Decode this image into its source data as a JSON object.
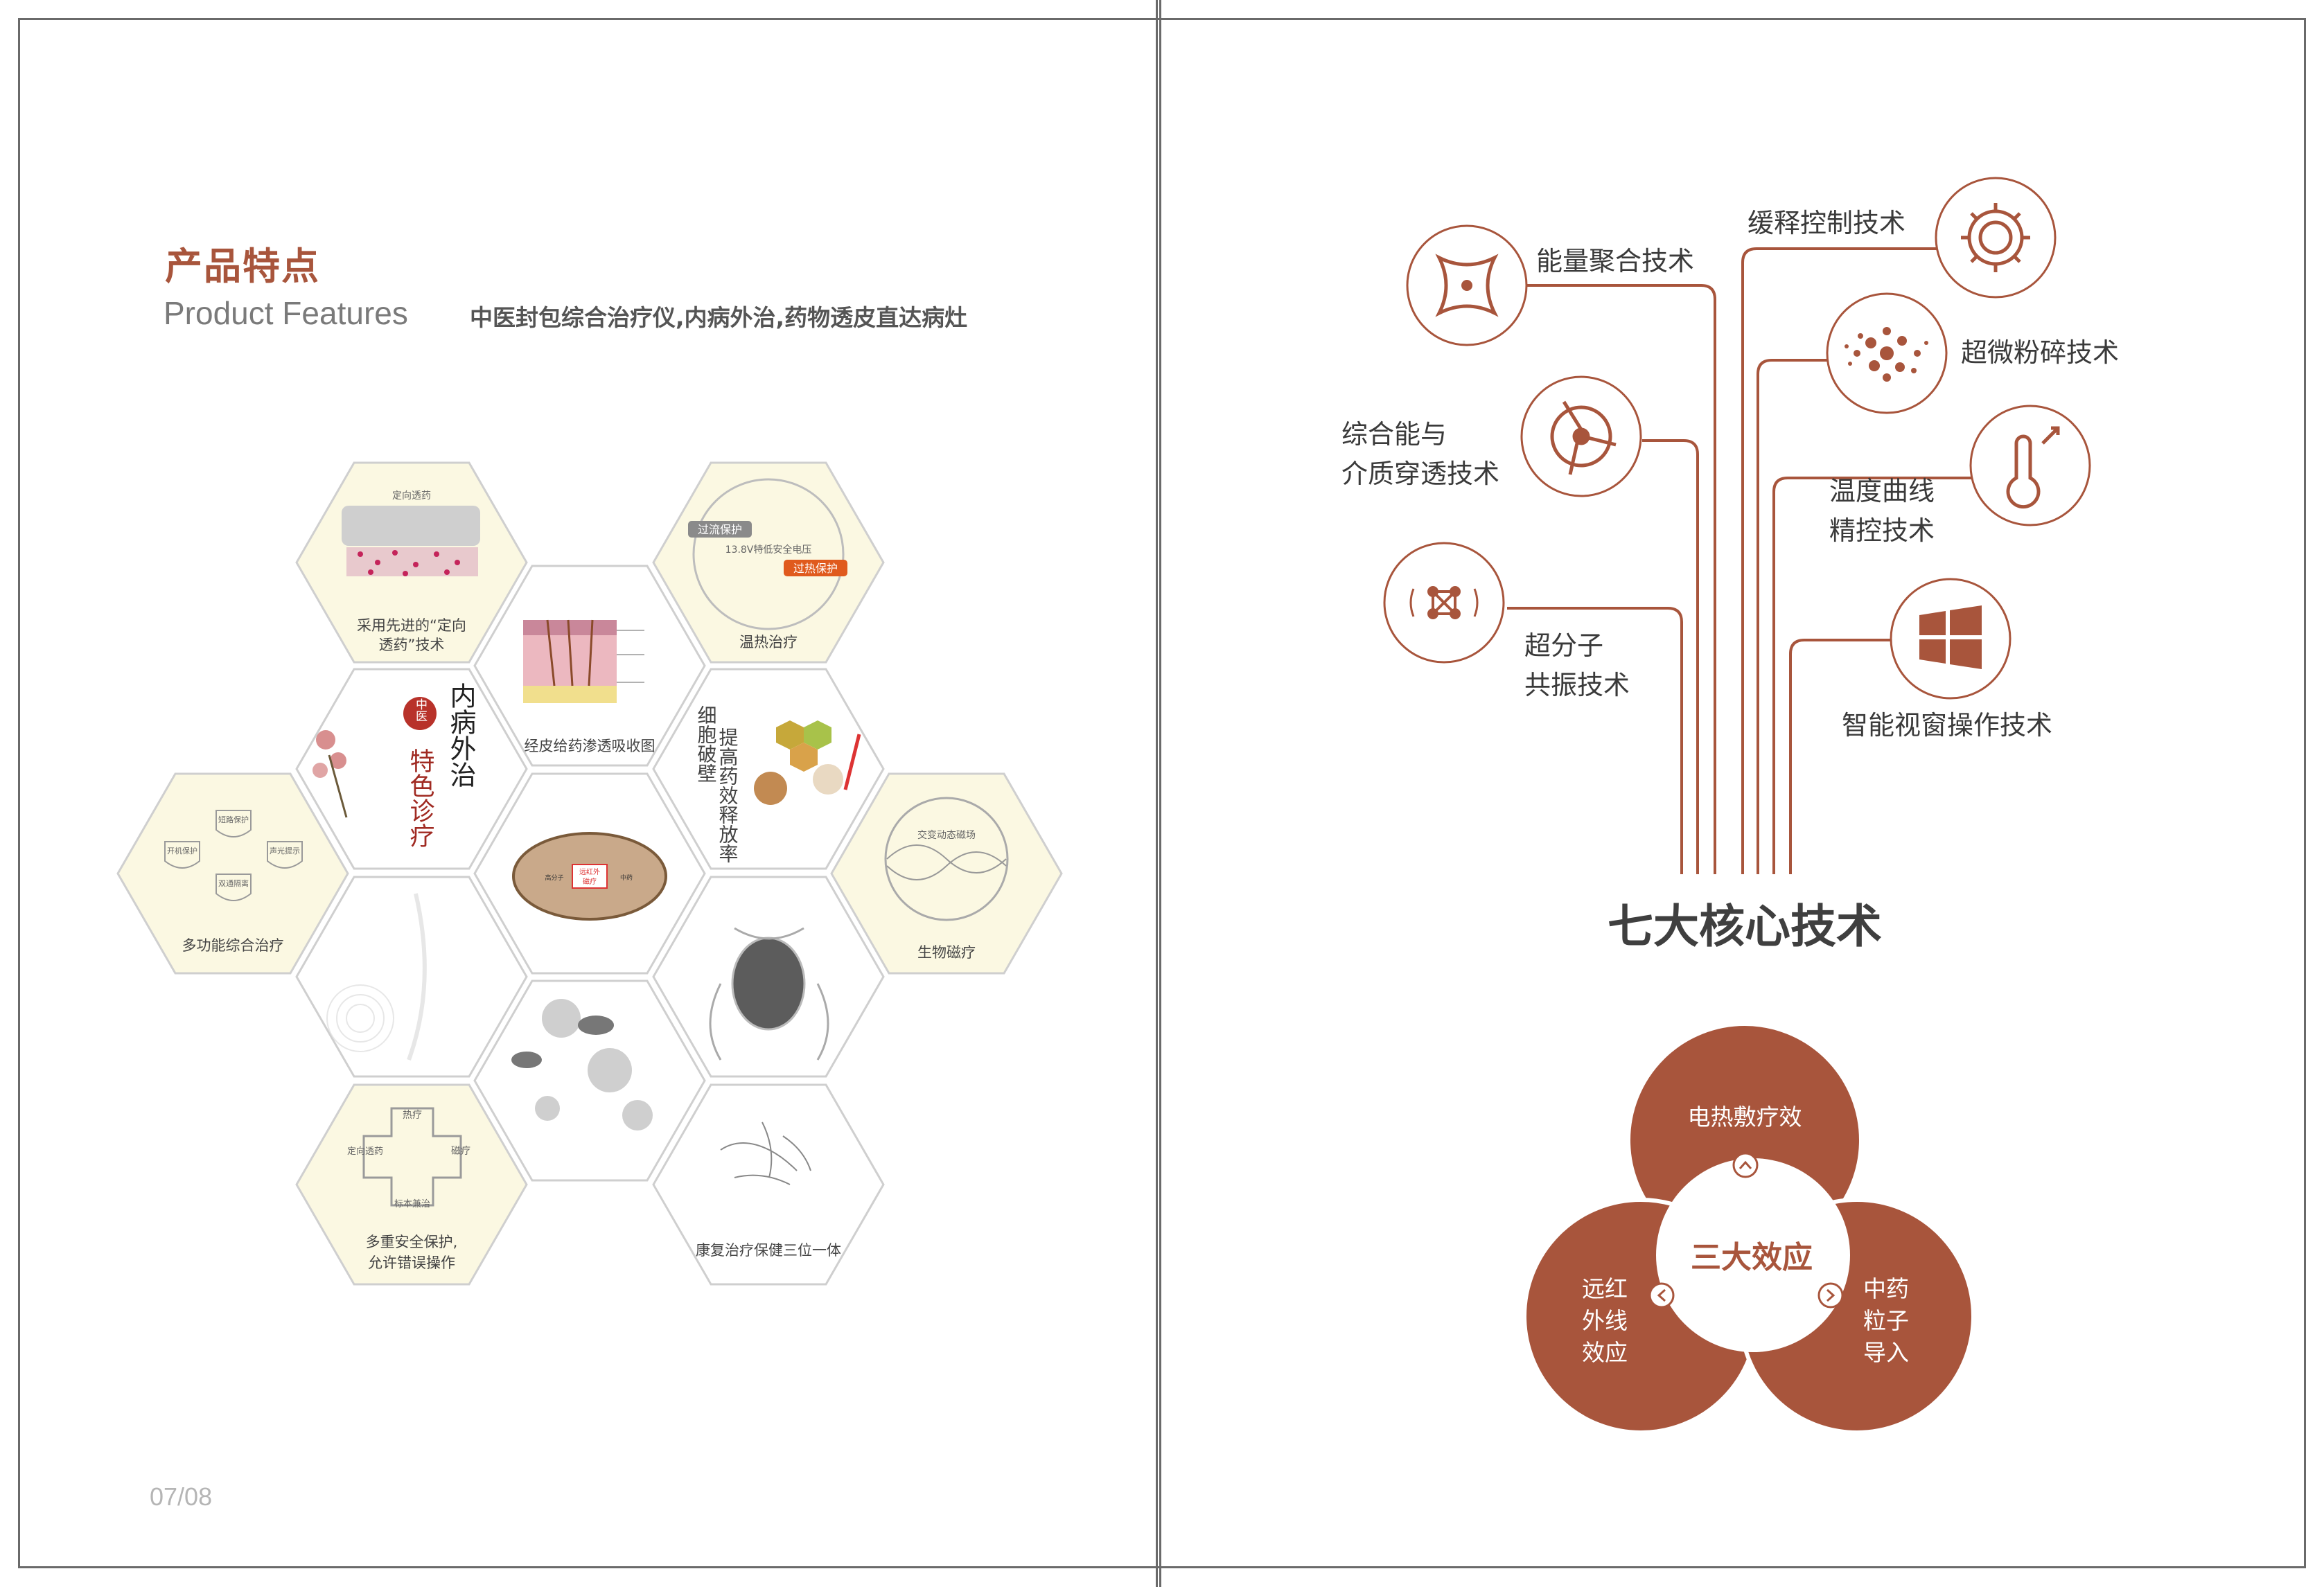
{
  "left_page": {
    "title_cn": "产品特点",
    "title_en": "Product Features",
    "subtitle": "中医封包综合治疗仪,内病外治,药物透皮直达病灶",
    "page_number": "07/08",
    "hexagons": {
      "directional": {
        "label_line1": "采用先进的“定向",
        "label_line2": "透药”技术",
        "diagram_label": "定向透药"
      },
      "warm": {
        "label": "温热治疗",
        "tag1": "过流保护",
        "tag2": "13.8V特低安全电压",
        "tag3": "过热保护"
      },
      "skin": {
        "label": "经皮给药渗透吸收图"
      },
      "cell": {
        "vtext1": "细胞破壁",
        "vtext2": "提高药效释放率"
      },
      "tcm": {
        "vtext1": "内病外治",
        "badge": "中医",
        "vtext2": "特色诊疗"
      },
      "multifunction": {
        "label": "多功能综合治疗",
        "s1": "短路保护",
        "s2": "开机保护",
        "s3": "声光提示",
        "s4": "双通隔离"
      },
      "magnetic": {
        "label": "生物磁疗",
        "inner": "交变动态磁场"
      },
      "belt": {
        "c1": "远红外",
        "c2": "磁疗",
        "c3": "高分子",
        "c4": "中药"
      },
      "safety": {
        "label_line1": "多重安全保护,",
        "label_line2": "允许错误操作",
        "c1": "热疗",
        "c2": "定向透药",
        "c3": "磁疗",
        "c4": "标本兼治"
      },
      "rehab": {
        "label": "康复治疗保健三位一体"
      }
    }
  },
  "right_page": {
    "core_title": "七大核心技术",
    "techs": [
      {
        "line1": "能量聚合技术",
        "icon": "energy-icon"
      },
      {
        "line1": "缓释控制技术",
        "icon": "gear-icon"
      },
      {
        "line1": "超微粉碎技术",
        "icon": "particles-icon"
      },
      {
        "line1": "综合能与",
        "line2": "介质穿透技术",
        "icon": "fan-icon"
      },
      {
        "line1": "温度曲线",
        "line2": "精控技术",
        "icon": "thermometer-icon"
      },
      {
        "line1": "超分子",
        "line2": "共振技术",
        "icon": "molecule-icon"
      },
      {
        "line1": "智能视窗操作技术",
        "icon": "windows-icon"
      }
    ],
    "effects": {
      "center": "三大效应",
      "top": "电热敷疗效",
      "left": [
        "远红",
        "外线",
        "效应"
      ],
      "right": [
        "中药",
        "粒子",
        "导入"
      ]
    },
    "colors": {
      "accent": "#a8553c",
      "hex_bg": "#fbf8e2",
      "hex_border": "#c9c9c9"
    }
  }
}
